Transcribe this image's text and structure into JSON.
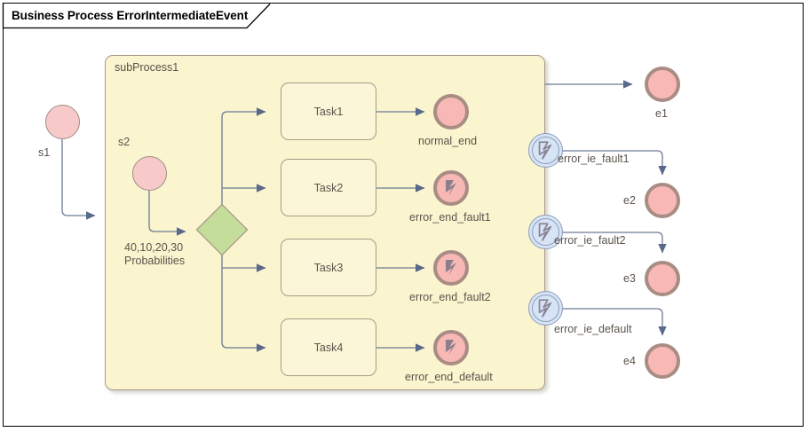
{
  "frame": {
    "title": "Business Process ErrorIntermediateEvent"
  },
  "colors": {
    "canvas": "#ffffff",
    "frame_border": "#000000",
    "subprocess_fill": "#faf4cf",
    "subprocess_border": "#a99a86",
    "task_fill": "#fbf6d8",
    "task_border": "#a99a86",
    "start_event_fill": "#f8c9c9",
    "start_event_border": "#9c8f86",
    "end_event_fill": "#f8b9b6",
    "end_event_border": "#a98c84",
    "boundary_event_fill": "#d6e4f5",
    "boundary_event_border": "#8e9dbb",
    "gateway_fill": "#c5dd9b",
    "gateway_border": "#a99a86",
    "connector": "#6b7b93",
    "arrowhead": "#59698a",
    "label_text": "#5c544c"
  },
  "subprocess": {
    "label": "subProcess1"
  },
  "start_events": [
    {
      "id": "s1",
      "label": "s1"
    },
    {
      "id": "s2",
      "label": "s2"
    }
  ],
  "gateway": {
    "type": "exclusive-gateway",
    "label_line1": "40,10,20,30",
    "label_line2": "Probabilities"
  },
  "tasks": [
    {
      "id": "task1",
      "label": "Task1"
    },
    {
      "id": "task2",
      "label": "Task2"
    },
    {
      "id": "task3",
      "label": "Task3"
    },
    {
      "id": "task4",
      "label": "Task4"
    }
  ],
  "inner_end_events": [
    {
      "id": "normal_end",
      "label": "normal_end",
      "error": false
    },
    {
      "id": "error_end_fault1",
      "label": "error_end_fault1",
      "error": true
    },
    {
      "id": "error_end_fault2",
      "label": "error_end_fault2",
      "error": true
    },
    {
      "id": "error_end_default",
      "label": "error_end_default",
      "error": true
    }
  ],
  "boundary_events": [
    {
      "id": "error_ie_fault1",
      "label": "error_ie_fault1"
    },
    {
      "id": "error_ie_fault2",
      "label": "error_ie_fault2"
    },
    {
      "id": "error_ie_default",
      "label": "error_ie_default"
    }
  ],
  "outer_end_events": [
    {
      "id": "e1",
      "label": "e1"
    },
    {
      "id": "e2",
      "label": "e2"
    },
    {
      "id": "e3",
      "label": "e3"
    },
    {
      "id": "e4",
      "label": "e4"
    }
  ]
}
